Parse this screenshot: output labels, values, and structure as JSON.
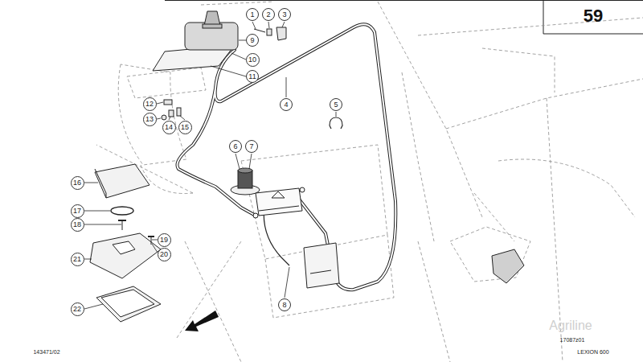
{
  "diagram": {
    "nodes": [
      {
        "text": [
          "1"
        ]
      },
      {
        "text": [
          "2"
        ]
      },
      {
        "text": [
          "3"
        ]
      },
      {
        "text": [
          "9"
        ]
      },
      {
        "text": [
          "10"
        ]
      },
      {
        "text": [
          "11"
        ]
      },
      {
        "text": [
          "4"
        ]
      },
      {
        "text": [
          "5"
        ]
      },
      {
        "text": [
          "12"
        ]
      },
      {
        "text": [
          "13"
        ]
      },
      {
        "text": [
          "14"
        ]
      },
      {
        "text": [
          "15"
        ]
      },
      {
        "text": [
          "6"
        ]
      },
      {
        "text": [
          "7"
        ]
      },
      {
        "text": [
          "16"
        ]
      },
      {
        "text": [
          "17"
        ]
      },
      {
        "text": [
          "18"
        ]
      },
      {
        "text": [
          "19"
        ]
      },
      {
        "text": [
          "20"
        ]
      },
      {
        "text": [
          "21"
        ]
      },
      {
        "text": [
          "8"
        ]
      },
      {
        "text": [
          "22"
        ]
      }
    ],
    "labels": [
      "59",
      "17087z01",
      "LEXION 600",
      "143471/02",
      "Agriline"
    ]
  }
}
